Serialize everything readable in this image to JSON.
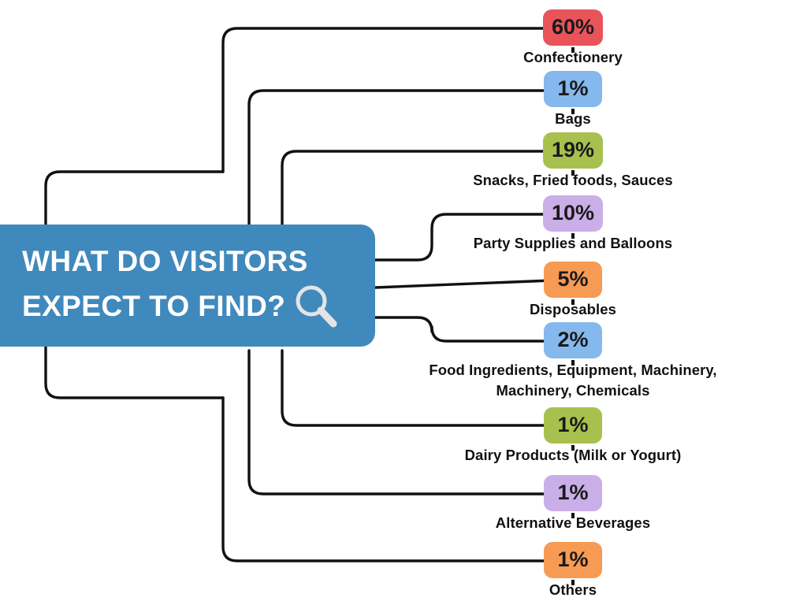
{
  "title": {
    "line1": "WHAT DO VISITORS",
    "line2": "EXPECT TO FIND?",
    "icon": "magnifier-icon",
    "background_color": "#4089BC",
    "text_color": "#FFFFFF"
  },
  "chart_data": {
    "type": "bar",
    "title": "WHAT DO VISITORS EXPECT TO FIND?",
    "xlabel": "",
    "ylabel": "",
    "categories": [
      "Confectionery",
      "Bags",
      "Snacks, Fried foods, Sauces",
      "Party Supplies and Balloons",
      "Disposables",
      "Food Ingredients, Equipment, Machinery, Machinery, Chemicals",
      "Dairy Products (Milk or Yogurt)",
      "Alternative Beverages",
      "Others"
    ],
    "values": [
      60,
      1,
      19,
      10,
      5,
      2,
      1,
      1,
      1
    ],
    "value_labels": [
      "60%",
      "1%",
      "19%",
      "10%",
      "5%",
      "2%",
      "1%",
      "1%",
      "1%"
    ],
    "colors": [
      "#E8545A",
      "#85B8ED",
      "#A8C14E",
      "#C9AEE8",
      "#F79A54",
      "#85B8ED",
      "#A8C14E",
      "#C9AEE8",
      "#F79A54"
    ],
    "unit": "%",
    "legend": "none",
    "grid": false
  },
  "nodes": [
    {
      "value": "60%",
      "label": "Confectionery",
      "label_line2": "",
      "color": "#E8545A"
    },
    {
      "value": "1%",
      "label": "Bags",
      "label_line2": "",
      "color": "#85B8ED"
    },
    {
      "value": "19%",
      "label": "Snacks, Fried foods, Sauces",
      "label_line2": "",
      "color": "#A8C14E"
    },
    {
      "value": "10%",
      "label": "Party Supplies and Balloons",
      "label_line2": "",
      "color": "#C9AEE8"
    },
    {
      "value": "5%",
      "label": "Disposables",
      "label_line2": "",
      "color": "#F79A54"
    },
    {
      "value": "2%",
      "label": "Food Ingredients, Equipment, Machinery,",
      "label_line2": "Machinery, Chemicals",
      "color": "#85B8ED"
    },
    {
      "value": "1%",
      "label": "Dairy Products (Milk or Yogurt)",
      "label_line2": "",
      "color": "#A8C14E"
    },
    {
      "value": "1%",
      "label": "Alternative Beverages",
      "label_line2": "",
      "color": "#C9AEE8"
    },
    {
      "value": "1%",
      "label": "Others",
      "label_line2": "",
      "color": "#F79A54"
    }
  ]
}
